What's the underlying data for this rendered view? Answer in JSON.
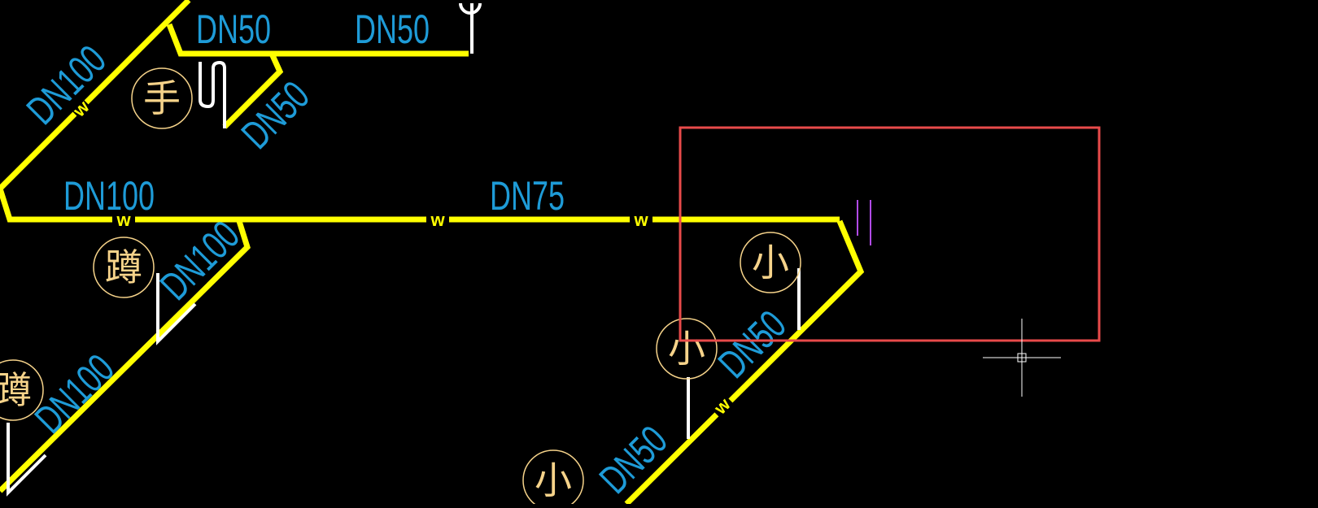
{
  "colors": {
    "background": "#000000",
    "pipe": "#FFFF00",
    "label": "#1E9BD7",
    "fixture": "#F6D38A",
    "selection": "#E84A4A",
    "riser": "#FFFFFF",
    "marker": "#B14BE8",
    "cursor": "#FFFFFF"
  },
  "pipe_labels": {
    "top_dn50_a": "DN50",
    "top_dn50_b": "DN50",
    "diag_dn100_top": "DN100",
    "diag_dn50_top": "DN50",
    "main_dn100": "DN100",
    "main_dn75": "DN75",
    "diag_dn100_mid": "DN100",
    "diag_dn100_low": "DN100",
    "diag_dn50_right": "DN50",
    "diag_dn50_bottom": "DN50"
  },
  "flow_marks": {
    "top_diag": "w",
    "main_1": "w",
    "main_2": "w",
    "main_3": "w",
    "right_diag": "w"
  },
  "fixtures": {
    "hand_basin": "手",
    "squat_1": "蹲",
    "squat_2": "蹲",
    "urinal_1": "小",
    "urinal_2": "小",
    "urinal_3": "小"
  },
  "icons": {
    "cursor": "crosshair-cursor-icon"
  }
}
